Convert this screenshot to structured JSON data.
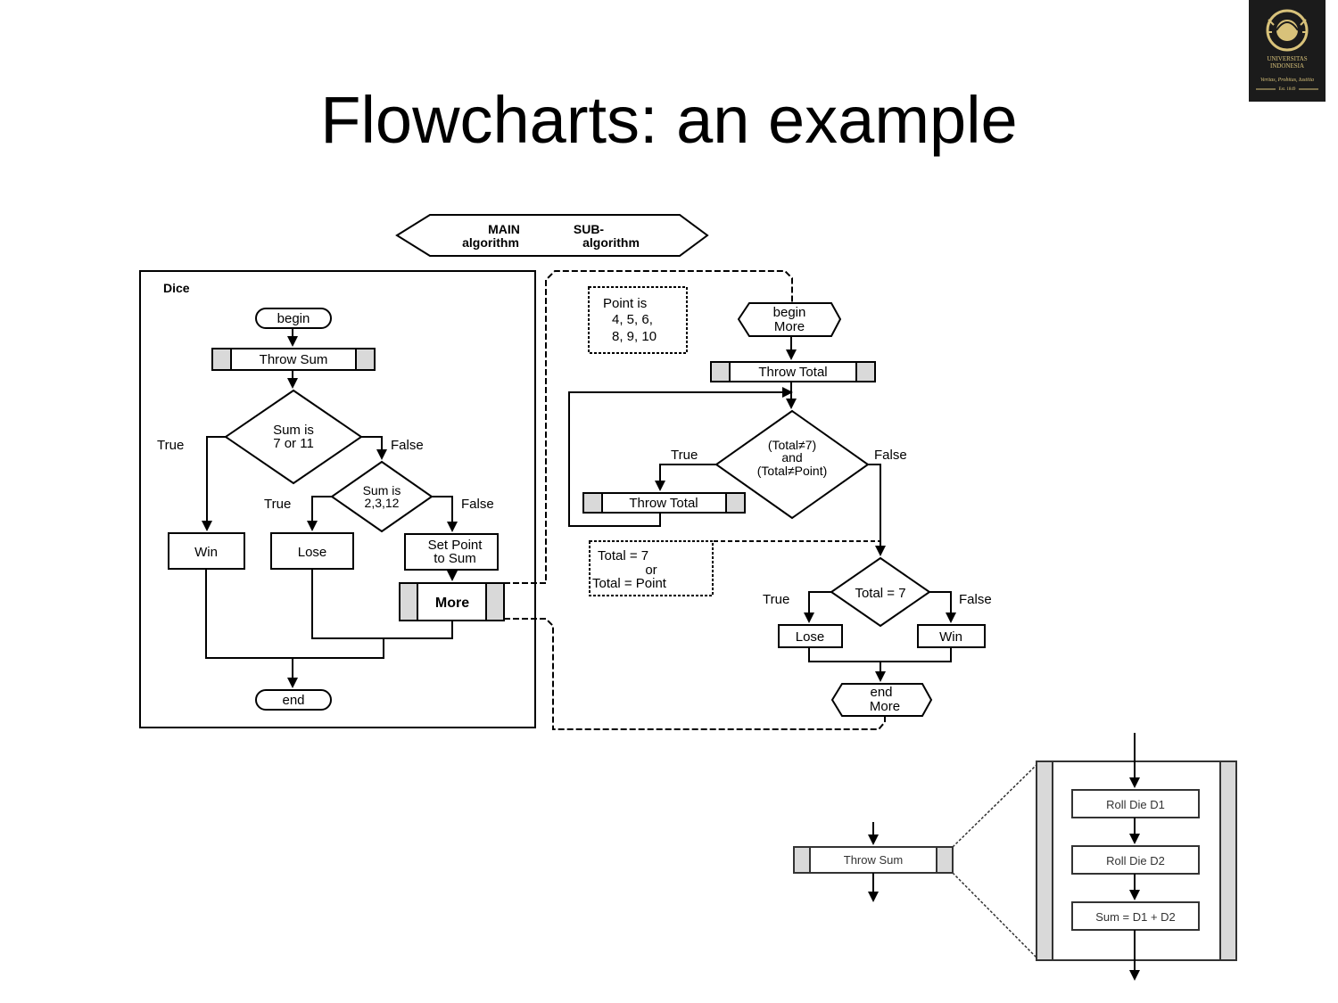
{
  "title": "Flowcharts: an example",
  "logo": {
    "name": "UNIVERSITAS INDONESIA",
    "line1": "UNIVERSITAS",
    "line2": "INDONESIA",
    "motto": "Veritas, Probitas, Iustitia",
    "est": "Est. 1849"
  },
  "header": {
    "main_l1": "MAIN",
    "main_l2": "algorithm",
    "sub_l1": "SUB-",
    "sub_l2": "algorithm"
  },
  "main": {
    "label": "Dice",
    "begin": "begin",
    "throw_sum": "Throw Sum",
    "d1_l1": "Sum is",
    "d1_l2": "7 or 11",
    "d1_true": "True",
    "d1_false": "False",
    "d2_l1": "Sum is",
    "d2_l2": "2,3,12",
    "d2_true": "True",
    "d2_false": "False",
    "win": "Win",
    "lose": "Lose",
    "setpoint_l1": "Set Point",
    "setpoint_l2": "to Sum",
    "more": "More",
    "end": "end"
  },
  "sub": {
    "note_l1": "Point is",
    "note_l2": "4, 5, 6,",
    "note_l3": "8, 9, 10",
    "begin_l1": "begin",
    "begin_l2": "More",
    "throw_total": "Throw Total",
    "d_l1": "(Total≠7)",
    "d_l2": "and",
    "d_l3": "(Total≠Point)",
    "d_true": "True",
    "d_false": "False",
    "throw_total_loop": "Throw Total",
    "note2_l1": "Total = 7",
    "note2_l2": "or",
    "note2_l3": "Total = Point",
    "d2": "Total = 7",
    "d2_true": "True",
    "d2_false": "False",
    "lose": "Lose",
    "win": "Win",
    "end_l1": "end",
    "end_l2": "More"
  },
  "detail": {
    "throw_sum": "Throw Sum",
    "roll1": "Roll Die D1",
    "roll2": "Roll Die D2",
    "sum": "Sum = D1 + D2"
  }
}
